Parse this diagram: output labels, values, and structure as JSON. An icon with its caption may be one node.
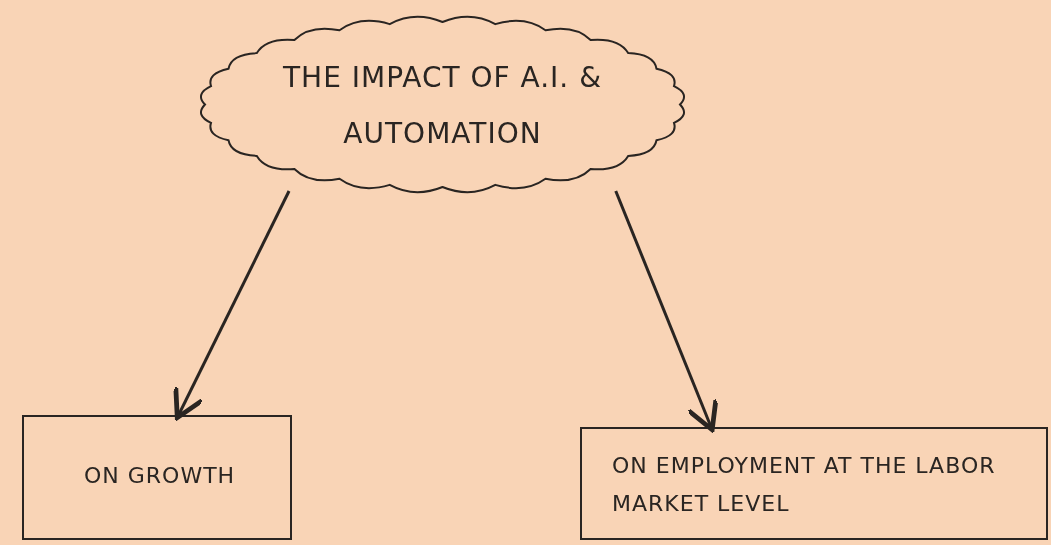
{
  "diagram": {
    "nodes": [
      {
        "text": [
          "THE IMPACT OF A.I. & AUTOMATION"
        ]
      },
      {
        "text": [
          "ON GROWTH"
        ]
      },
      {
        "text": [
          "ON EMPLOYMENT AT THE LABOR MARKET LEVEL"
        ]
      }
    ],
    "edges": [
      {
        "from": 0,
        "to": 1,
        "arrow": "to"
      },
      {
        "from": 0,
        "to": 2,
        "arrow": "to"
      }
    ]
  }
}
